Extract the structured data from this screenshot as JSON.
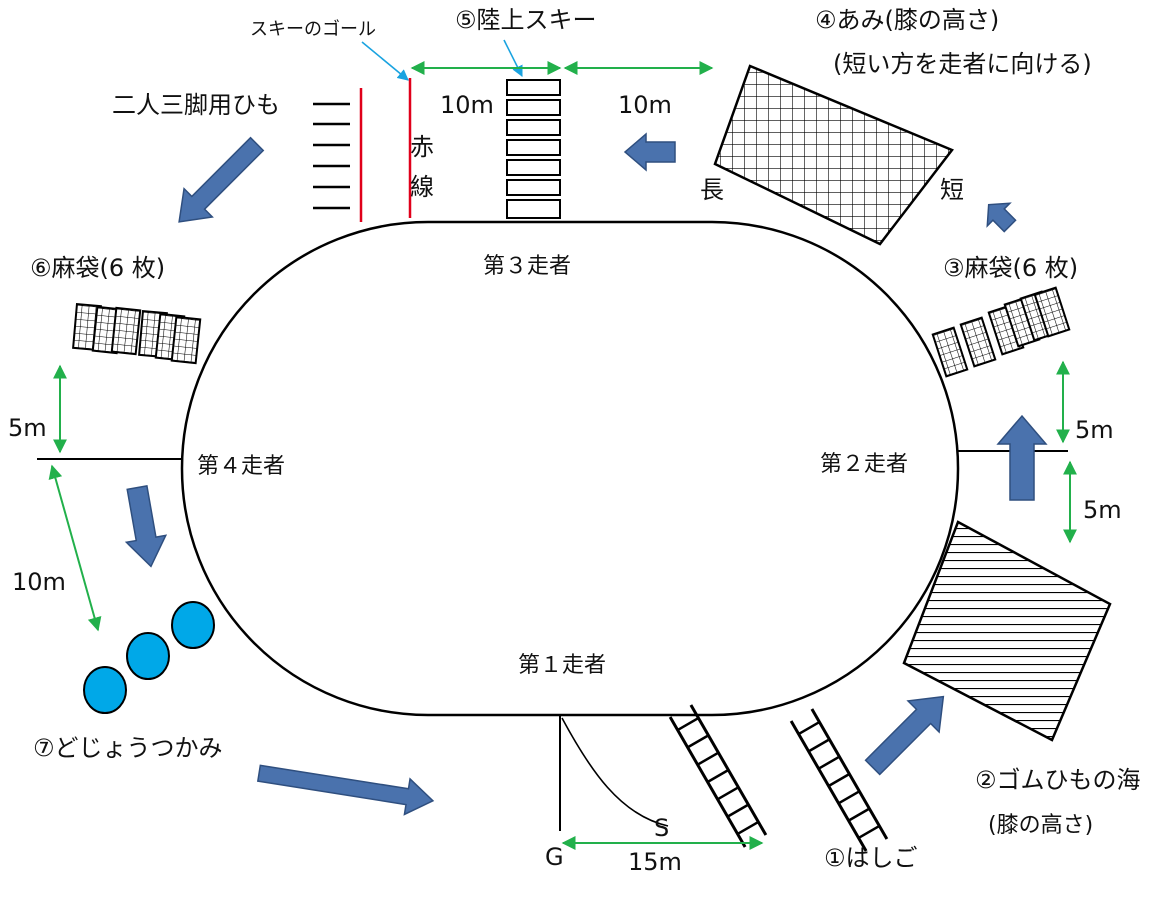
{
  "colors": {
    "track": "#000000",
    "flow_arrow_fill": "#4a72ad",
    "flow_arrow_stroke": "#2f4f7f",
    "distance_arrow": "#22b04b",
    "red_line": "#e0001a",
    "ski_pointer": "#1aa3e0",
    "dojo_ball": "#00a8e8"
  },
  "runners": {
    "first": "第１走者",
    "second": "第２走者",
    "third": "第３走者",
    "fourth": "第４走者"
  },
  "stations": {
    "ladder": "①はしご",
    "rubber_sea_line1": "②ゴムひもの海",
    "rubber_sea_line2": "(膝の高さ)",
    "sack_right": "③麻袋(6 枚)",
    "net_line1": "④あみ(膝の高さ)",
    "net_line2": "(短い方を走者に向ける)",
    "net_long": "長",
    "net_short": "短",
    "land_ski": "⑤陸上スキー",
    "ski_goal": "スキーのゴール",
    "red_line_1": "赤",
    "red_line_2": "線",
    "three_legged": "二人三脚用ひも",
    "sack_left": "⑥麻袋(6 枚)",
    "dojo": "⑦どじょうつかみ"
  },
  "markers": {
    "start": "S",
    "goal": "G"
  },
  "distances": {
    "d15": "15m",
    "d10_ski_left": "10m",
    "d10_ski_right": "10m",
    "d5_right_upper": "5m",
    "d5_right_lower": "5m",
    "d5_left": "5m",
    "d10_left": "10m"
  }
}
